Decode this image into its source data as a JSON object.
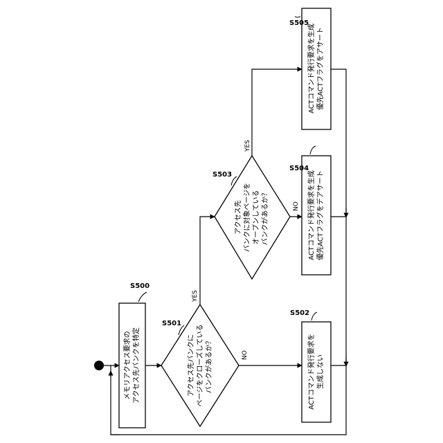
{
  "steps": {
    "s500": {
      "id": "S500",
      "lines": [
        "メモリアクセス要求の",
        "アクセス先バンクを特定"
      ]
    },
    "s501": {
      "id": "S501",
      "lines": [
        "アクセス先バンクに",
        "ページをクローズしている",
        "バンクがあるか？"
      ]
    },
    "s502": {
      "id": "S502",
      "lines": [
        "ACTコマンド発行要求を",
        "生成しない"
      ]
    },
    "s503": {
      "id": "S503",
      "lines": [
        "アクセス先",
        "バンクに対象ページを",
        "オープンしている",
        "バンクがあるか？"
      ]
    },
    "s504": {
      "id": "S504",
      "lines": [
        "ACTコマンド発行要求を生成",
        "優先ACTフラグをデアサート"
      ]
    },
    "s505": {
      "id": "S505",
      "lines": [
        "ACTコマンド発行要求を生成",
        "優先ACTフラグをアサート"
      ]
    }
  },
  "branches": {
    "s501_yes": "YES",
    "s501_no": "NO",
    "s503_yes": "YES",
    "s503_no": "NO"
  }
}
